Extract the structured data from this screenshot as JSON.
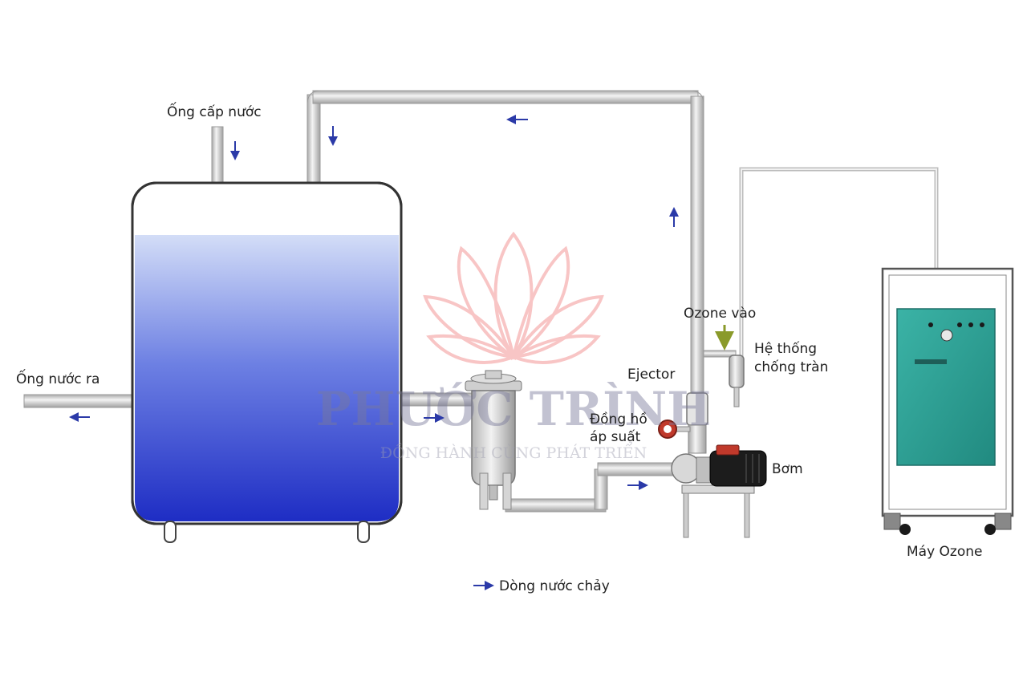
{
  "labels": {
    "supply_pipe": "Ống cấp nước",
    "outlet_pipe": "Ống nước ra",
    "ozone_in": "Ozone vào",
    "anti_overflow_line1": "Hệ thống",
    "anti_overflow_line2": "chống tràn",
    "ejector": "Ejector",
    "gauge_line1": "Đồng hồ",
    "gauge_line2": "áp suất",
    "pump": "Bơm",
    "ozone_machine": "Máy Ozone"
  },
  "legend": {
    "flow": "Dòng nước chảy"
  },
  "watermark": {
    "brand": "PHƯỚC TRÌNH",
    "slogan": "ĐỒNG HÀNH CÙNG PHÁT TRIỂN"
  },
  "colors": {
    "water_top": "#c9d6f5",
    "water_bottom": "#2433c9",
    "pipe": "#dcdcdc",
    "pipe_edge": "#9a9a9a",
    "arrow": "#2b3aa8",
    "ozone_machine_body": "#2fa59a",
    "ozone_arrow": "#8a9a2a",
    "gauge": "#c0392b",
    "pump_motor": "#1c1c1c",
    "watermark_lotus": "#f08080"
  }
}
